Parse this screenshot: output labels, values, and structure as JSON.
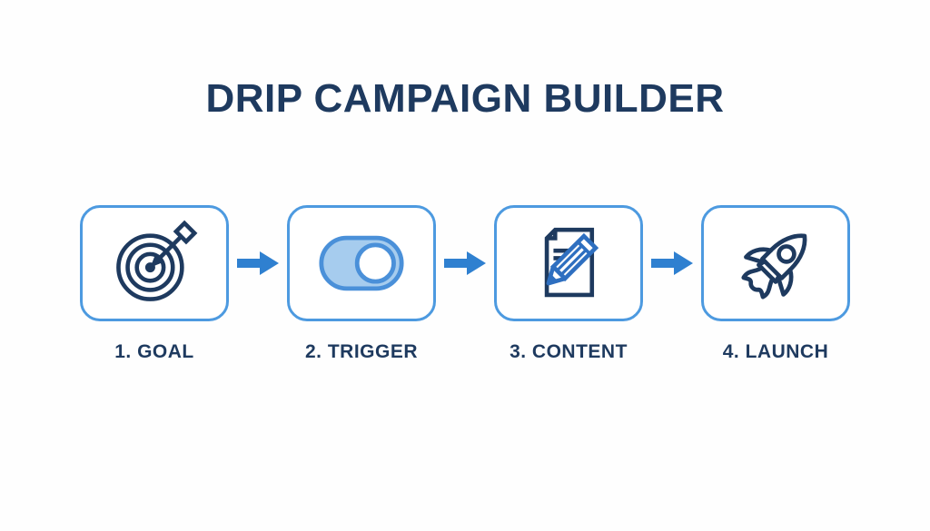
{
  "title": "DRIP CAMPAIGN BUILDER",
  "steps": [
    {
      "label": "1. GOAL",
      "icon": "target-icon"
    },
    {
      "label": "2. TRIGGER",
      "icon": "toggle-on-icon"
    },
    {
      "label": "3. CONTENT",
      "icon": "document-pencil-icon"
    },
    {
      "label": "4. LAUNCH",
      "icon": "rocket-icon"
    }
  ],
  "arrows": {
    "count": 3,
    "direction": "right"
  },
  "colors": {
    "background": "#FEFEFE",
    "title_navy": "#1E3A5F",
    "card_border_blue": "#4D9AE0",
    "arrow_blue": "#2F80D0",
    "icon_navy": "#1E3A5F",
    "toggle_fill_blue": "#A6CCEE",
    "toggle_border_blue": "#4A90D9",
    "pencil_blue": "#2E6FC0"
  }
}
